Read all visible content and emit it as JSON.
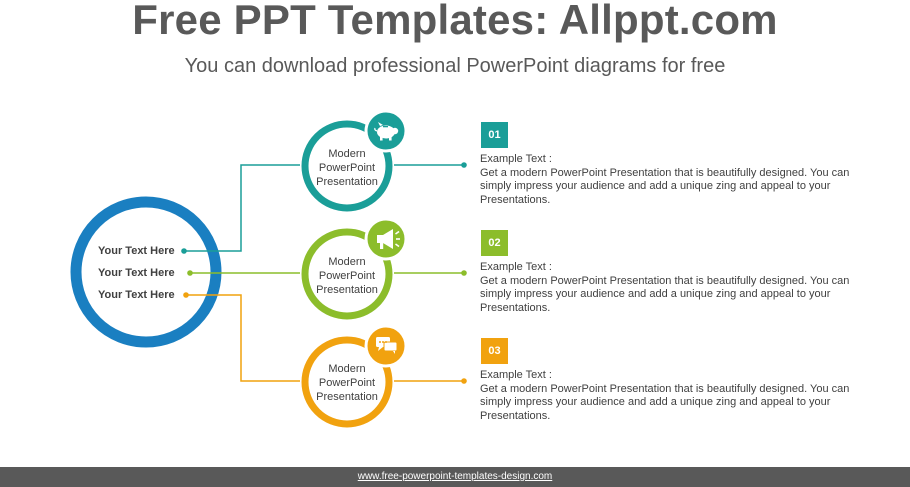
{
  "header": {
    "title": "Free PPT Templates: Allppt.com",
    "subtitle": "You can download professional PowerPoint diagrams for free"
  },
  "hub": {
    "color": "#1a7fc1",
    "labels": [
      "Your Text Here",
      "Your Text Here",
      "Your Text Here"
    ]
  },
  "items": [
    {
      "number": "01",
      "color": "#1a9e98",
      "ring_text": [
        "Modern",
        "PowerPoint",
        "Presentation"
      ],
      "icon": "piggy-bank-icon",
      "heading": "Example Text :",
      "body": "Get a modern PowerPoint  Presentation that is beautifully designed. You can simply impress your audience and add a unique zing and appeal to your Presentations."
    },
    {
      "number": "02",
      "color": "#8cbd2b",
      "ring_text": [
        "Modern",
        "PowerPoint",
        "Presentation"
      ],
      "icon": "megaphone-icon",
      "heading": "Example Text :",
      "body": "Get a modern PowerPoint  Presentation that is beautifully designed. You can simply impress your audience and add a unique zing and appeal to your Presentations."
    },
    {
      "number": "03",
      "color": "#f1a20f",
      "ring_text": [
        "Modern",
        "PowerPoint",
        "Presentation"
      ],
      "icon": "chat-bubbles-icon",
      "heading": "Example Text :",
      "body": "Get a modern PowerPoint  Presentation that is beautifully designed. You can simply impress your audience and add a unique zing and appeal to your Presentations."
    }
  ],
  "footer": {
    "link_text": "www.free-powerpoint-templates-design.com"
  }
}
